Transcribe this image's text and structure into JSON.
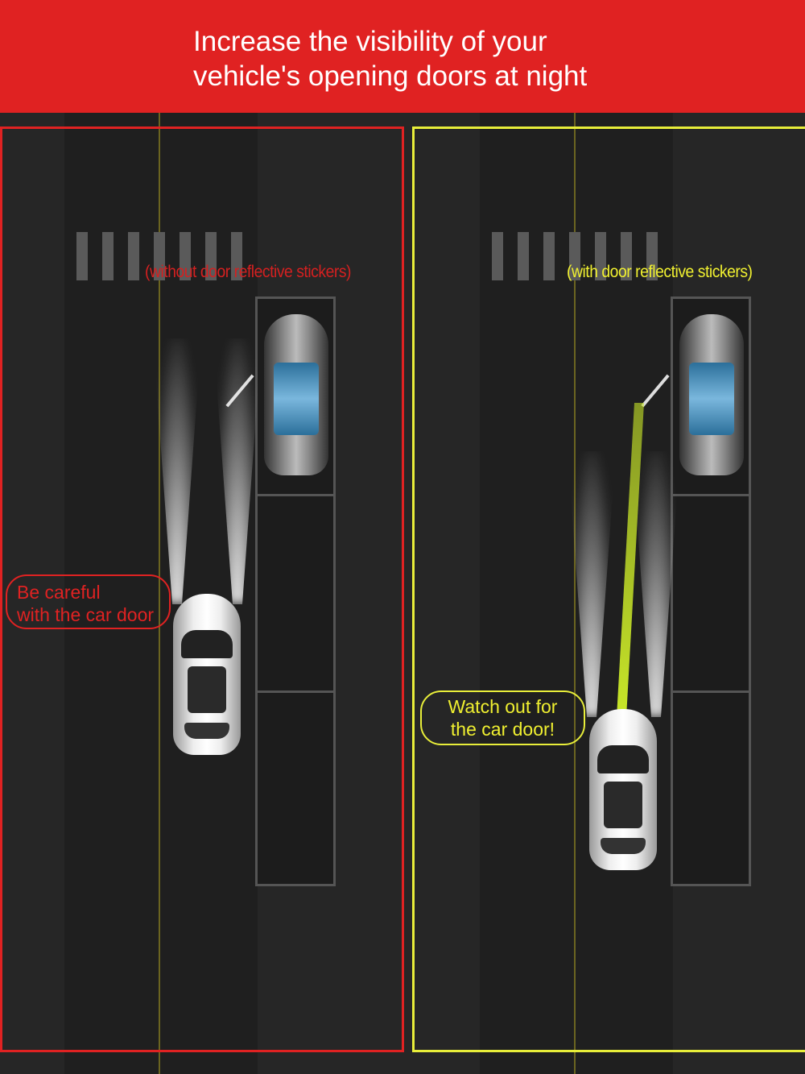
{
  "header": {
    "title_line1": "Increase the visibility of your",
    "title_line2": "vehicle's opening doors at night"
  },
  "left_panel": {
    "caption": "(without door reflective stickers)",
    "bubble_line1": "Be careful",
    "bubble_line2": "with the car door",
    "color": "#e02222"
  },
  "right_panel": {
    "caption": "(with door reflective stickers)",
    "bubble_line1": "Watch out for",
    "bubble_line2": "the car door!",
    "color": "#e8ee3a"
  },
  "colors": {
    "header_bg": "#e02222",
    "road": "#262626",
    "reflective": "#c8e628"
  }
}
